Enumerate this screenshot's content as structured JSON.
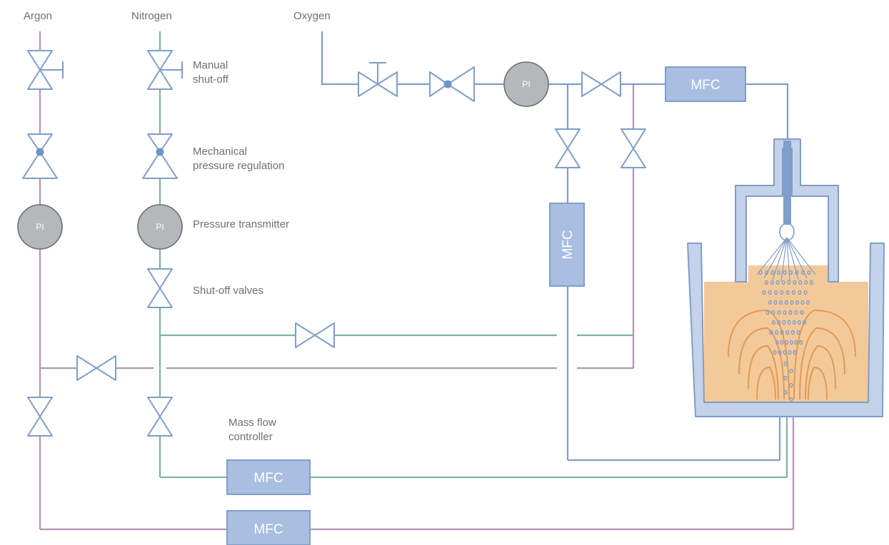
{
  "gases": {
    "argon": "Argon",
    "nitrogen": "Nitrogen",
    "oxygen": "Oxygen"
  },
  "legend": {
    "manual_1": "Manual",
    "manual_2": "shut-off",
    "mech_1": "Mechanical",
    "mech_2": "pressure regulation",
    "pressure_transmitter": "Pressure transmitter",
    "shutoff_valves": "Shut-off valves",
    "mfc_1": "Mass flow",
    "mfc_2": "controller"
  },
  "instruments": {
    "pi": "PI",
    "mfc": "MFC"
  },
  "colors": {
    "argon_line": "#b592b3",
    "nitrogen_line": "#7fb39c",
    "oxygen_line": "#7f9ec9",
    "mfc_fill": "#a9bee0",
    "pi_fill": "#b4b8bb",
    "melt": "#f4c99a",
    "vessel": "#c4d2ea",
    "flow_lines": "#e09a55"
  }
}
